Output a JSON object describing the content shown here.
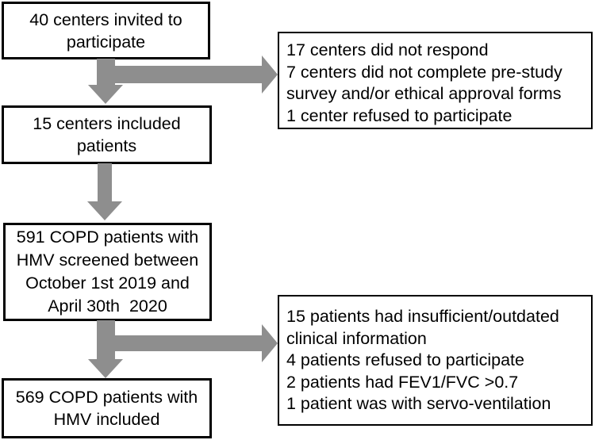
{
  "theme": {
    "background": "#ffffff",
    "text_color": "#000000",
    "border_color": "#000000",
    "arrow_color": "#8e8e8e"
  },
  "flow": {
    "nodes": {
      "centers_invited": {
        "lines": [
          "40 centers invited to",
          "participate"
        ]
      },
      "centers_excluded": {
        "lines": [
          "17 centers did not respond",
          "7 centers did not complete pre-study",
          "survey and/or ethical approval forms",
          "1 center refused to participate"
        ]
      },
      "centers_included": {
        "lines": [
          "15 centers included",
          "patients"
        ]
      },
      "patients_screened": {
        "lines": [
          "591 COPD patients with",
          "HMV screened between",
          "October 1st 2019 and",
          "April 30th  2020"
        ]
      },
      "patients_excluded": {
        "lines": [
          "15 patients had insufficient/outdated",
          "clinical information",
          "4 patients refused to participate",
          "2 patients had FEV1/FVC >0.7",
          "1 patient was with servo-ventilation"
        ]
      },
      "patients_included": {
        "lines": [
          "569 COPD patients with",
          "HMV included"
        ]
      }
    }
  }
}
